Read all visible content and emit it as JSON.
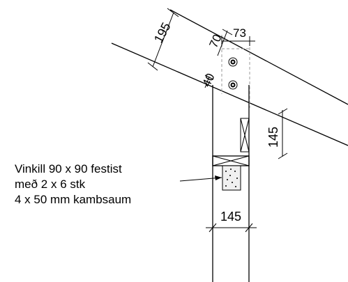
{
  "dimensions": {
    "rafter_depth": "195",
    "top_offset": "70",
    "upper_width": "73",
    "lower_offset": "40",
    "right_height": "145",
    "bottom_width": "145"
  },
  "note": {
    "line1": "Vinkill 90 x 90 festist",
    "line2": "með 2 x 6 stk",
    "line3": "4 x 50 mm kambsaum"
  }
}
